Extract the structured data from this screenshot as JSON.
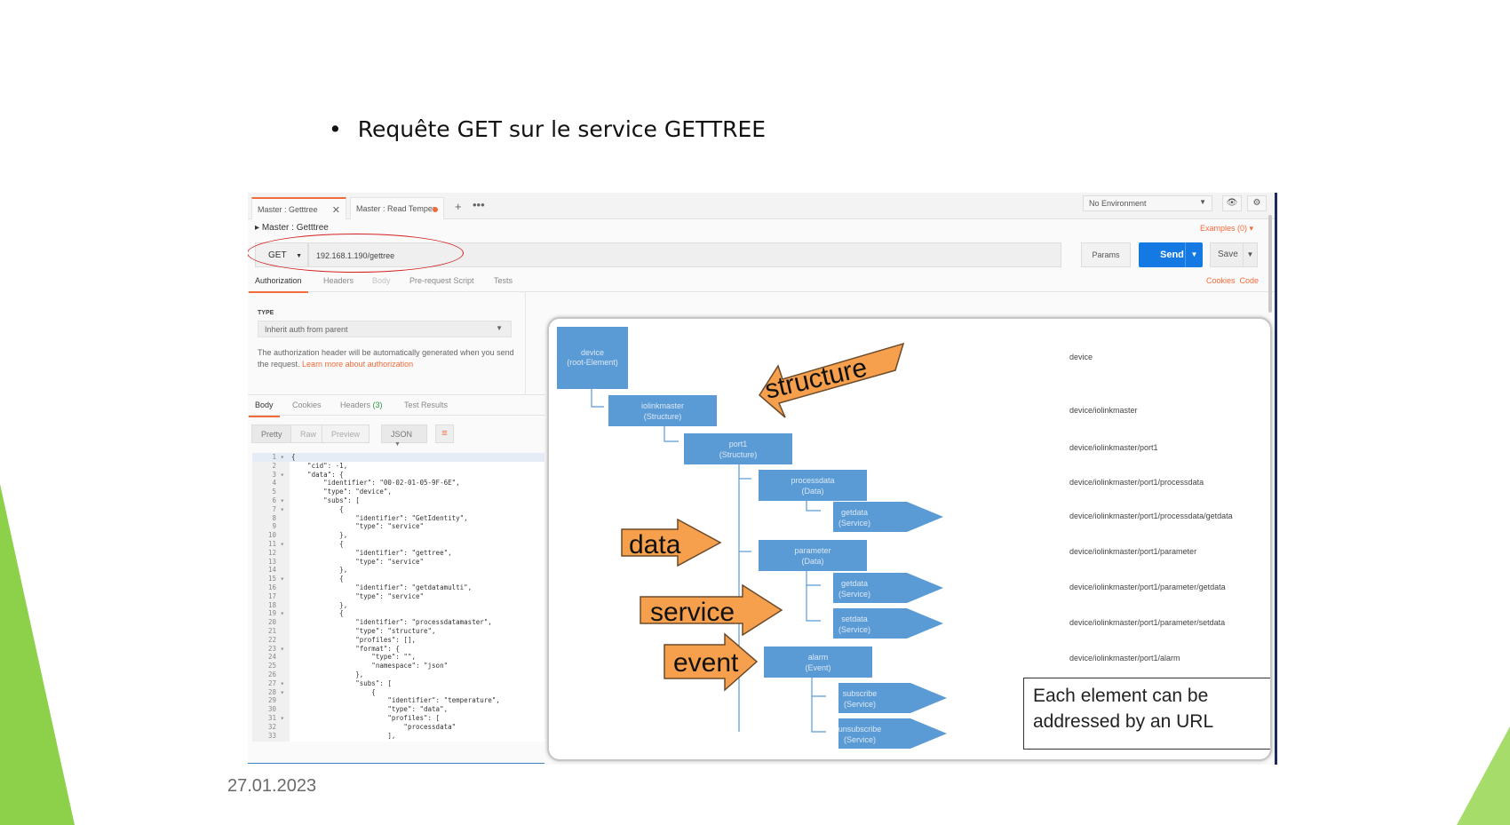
{
  "slide": {
    "bullet": "Requête GET sur le service GETTREE",
    "date": "27.01.2023"
  },
  "postman": {
    "tabs": [
      "Master : Getttree",
      "Master : Read Temper"
    ],
    "environment": "No Environment",
    "breadcrumb": "Master : Getttree",
    "examples": "Examples (0)",
    "method": "GET",
    "url": "192.168.1.190/gettree",
    "params_label": "Params",
    "send_label": "Send",
    "save_label": "Save",
    "request_tabs": [
      "Authorization",
      "Headers",
      "Body",
      "Pre-request Script",
      "Tests"
    ],
    "cookies_label": "Cookies",
    "code_label": "Code",
    "auth": {
      "type_label": "TYPE",
      "selected": "Inherit auth from parent",
      "description": "The authorization header will be automatically generated when you send the request.",
      "learn_more": "Learn more about authorization"
    },
    "response_tabs": [
      "Body",
      "Cookies",
      "Headers",
      "Test Results"
    ],
    "headers_count": "(3)",
    "format_buttons": [
      "Pretty",
      "Raw",
      "Preview",
      "JSON"
    ],
    "code_lines": [
      "{",
      "    \"cid\": -1,",
      "    \"data\": {",
      "        \"identifier\": \"00-02-01-05-9F-6E\",",
      "        \"type\": \"device\",",
      "        \"subs\": [",
      "            {",
      "                \"identifier\": \"GetIdentity\",",
      "                \"type\": \"service\"",
      "            },",
      "            {",
      "                \"identifier\": \"gettree\",",
      "                \"type\": \"service\"",
      "            },",
      "            {",
      "                \"identifier\": \"getdatamulti\",",
      "                \"type\": \"service\"",
      "            },",
      "            {",
      "                \"identifier\": \"processdatamaster\",",
      "                \"type\": \"structure\",",
      "                \"profiles\": [],",
      "                \"format\": {",
      "                    \"type\": \"\",",
      "                    \"namespace\": \"json\"",
      "                },",
      "                \"subs\": [",
      "                    {",
      "                        \"identifier\": \"temperature\",",
      "                        \"type\": \"data\",",
      "                        \"profiles\": [",
      "                            \"processdata\"",
      "                        ],"
    ]
  },
  "diagram": {
    "nodes": [
      {
        "name": "device",
        "sub": "(root-Element)"
      },
      {
        "name": "iolinkmaster",
        "sub": "(Structure)"
      },
      {
        "name": "port1",
        "sub": "(Structure)"
      },
      {
        "name": "processdata",
        "sub": "(Data)"
      },
      {
        "name": "getdata",
        "sub": "(Service)"
      },
      {
        "name": "parameter",
        "sub": "(Data)"
      },
      {
        "name": "getdata",
        "sub": "(Service)"
      },
      {
        "name": "setdata",
        "sub": "(Service)"
      },
      {
        "name": "alarm",
        "sub": "(Event)"
      },
      {
        "name": "subscribe",
        "sub": "(Service)"
      },
      {
        "name": "unsubscribe",
        "sub": "(Service)"
      }
    ],
    "arrows": [
      "structure",
      "data",
      "service",
      "event"
    ],
    "paths": [
      "device",
      "device/iolinkmaster",
      "device/iolinkmaster/port1",
      "device/iolinkmaster/port1/processdata",
      "device/iolinkmaster/port1/processdata/getdata",
      "device/iolinkmaster/port1/parameter",
      "device/iolinkmaster/port1/parameter/getdata",
      "device/iolinkmaster/port1/parameter/setdata",
      "device/iolinkmaster/port1/alarm"
    ],
    "note_line1": "Each element can be",
    "note_line2": "addressed by an URL"
  },
  "colors": {
    "accent": "#f26b3a",
    "send": "#1479e3",
    "node": "#5b9bd5",
    "arrow": "#f6a04d",
    "slide_green": "#8dd14a"
  }
}
